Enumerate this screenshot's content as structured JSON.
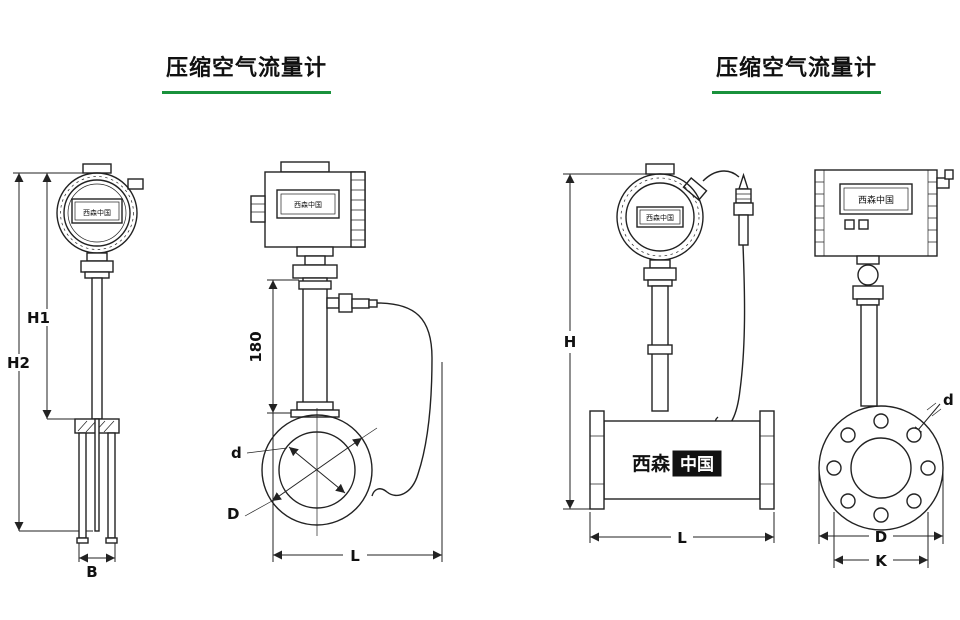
{
  "headings": {
    "left": "压缩空气流量计",
    "right": "压缩空气流量计"
  },
  "brand_display": "西森中国",
  "pipe_brand": {
    "first": "西森",
    "second": "中国"
  },
  "colors": {
    "accent_green": "#19923c",
    "line": "#222222"
  },
  "drawing1": {
    "h1": "H1",
    "h2": "H2",
    "b": "B"
  },
  "drawing2": {
    "stem_length": "180",
    "inner_dia": "d",
    "outer_dia": "D",
    "length": "L"
  },
  "drawing3": {
    "height": "H",
    "length": "L"
  },
  "drawing4": {
    "bolt_dia": "d",
    "outer_dia": "D",
    "bolt_circle": "K"
  }
}
